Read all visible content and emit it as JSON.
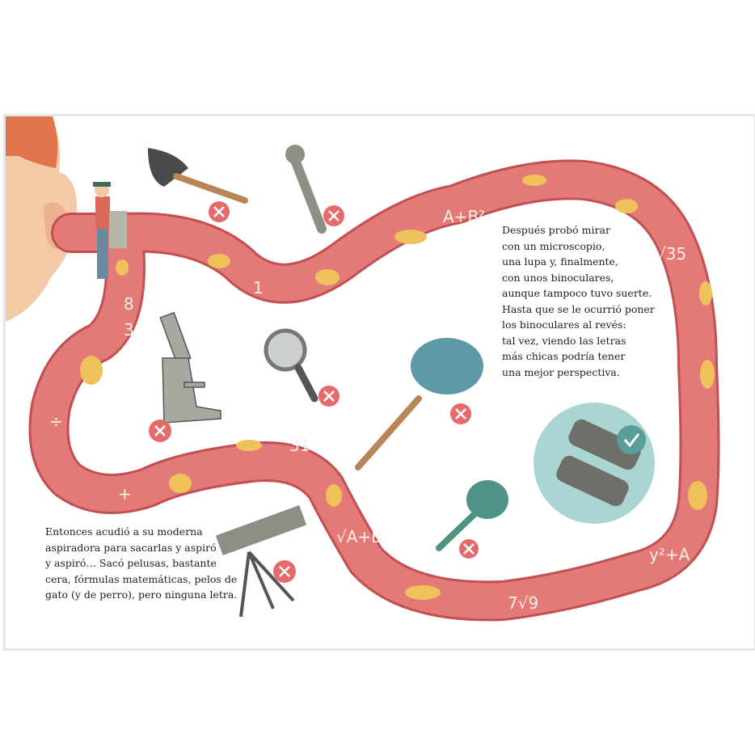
{
  "text_blocks": {
    "right": "Después probó mirar\ncon un microscopio,\nuna lupa y, finalmente,\ncon unos binoculares,\naunque tampoco tuvo suerte.\nHasta que se le ocurrió poner\nlos binoculares al revés:\ntal vez, viendo las letras\nmás chicas podría tener\nuna mejor perspectiva.",
    "left": "Entonces acudió a su moderna\naspiradora para sacarlas y aspiró\ny aspiró… Sacó pelusas, bastante\ncera, fórmulas matemáticas, pelos de\ngato (y de perro), pero ninguna letra."
  },
  "tube_formulas": [
    "A+B²",
    "√35",
    "1",
    "8",
    "3",
    "÷",
    "31",
    "+",
    "√A+B",
    "7√9",
    "y²+A"
  ],
  "tools": [
    {
      "name": "plunger",
      "status": "rejected"
    },
    {
      "name": "wrench",
      "status": "rejected"
    },
    {
      "name": "microscope",
      "status": "rejected"
    },
    {
      "name": "magnifying-glass",
      "status": "rejected"
    },
    {
      "name": "feather-duster",
      "status": "rejected"
    },
    {
      "name": "bulb-syringe",
      "status": "rejected"
    },
    {
      "name": "telescope",
      "status": "rejected"
    },
    {
      "name": "binoculars",
      "status": "approved"
    }
  ],
  "colors": {
    "tube": "#e07272",
    "wax": "#f0c25a",
    "reject": "#e36b6b",
    "approve": "#5a9d9b"
  }
}
